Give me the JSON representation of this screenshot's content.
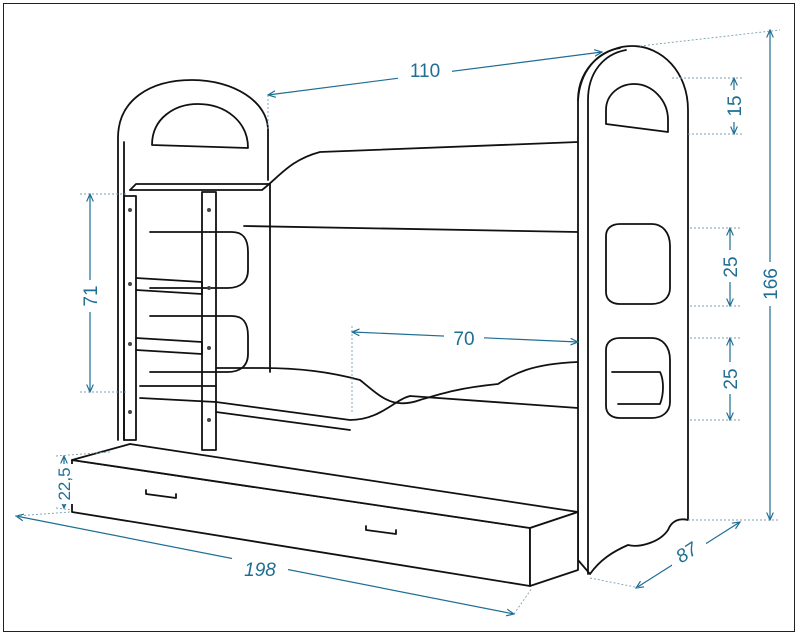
{
  "colors": {
    "dimension": "#1f6e93",
    "outline": "#111111",
    "background": "#ffffff"
  },
  "dimensions": {
    "top_length": "110",
    "arch_height": "15",
    "total_height": "166",
    "side_opening_upper": "25",
    "side_opening_lower": "25",
    "ladder_height": "71",
    "lower_rail_length": "70",
    "drawer_height": "22,5",
    "total_length": "198",
    "depth": "87"
  }
}
